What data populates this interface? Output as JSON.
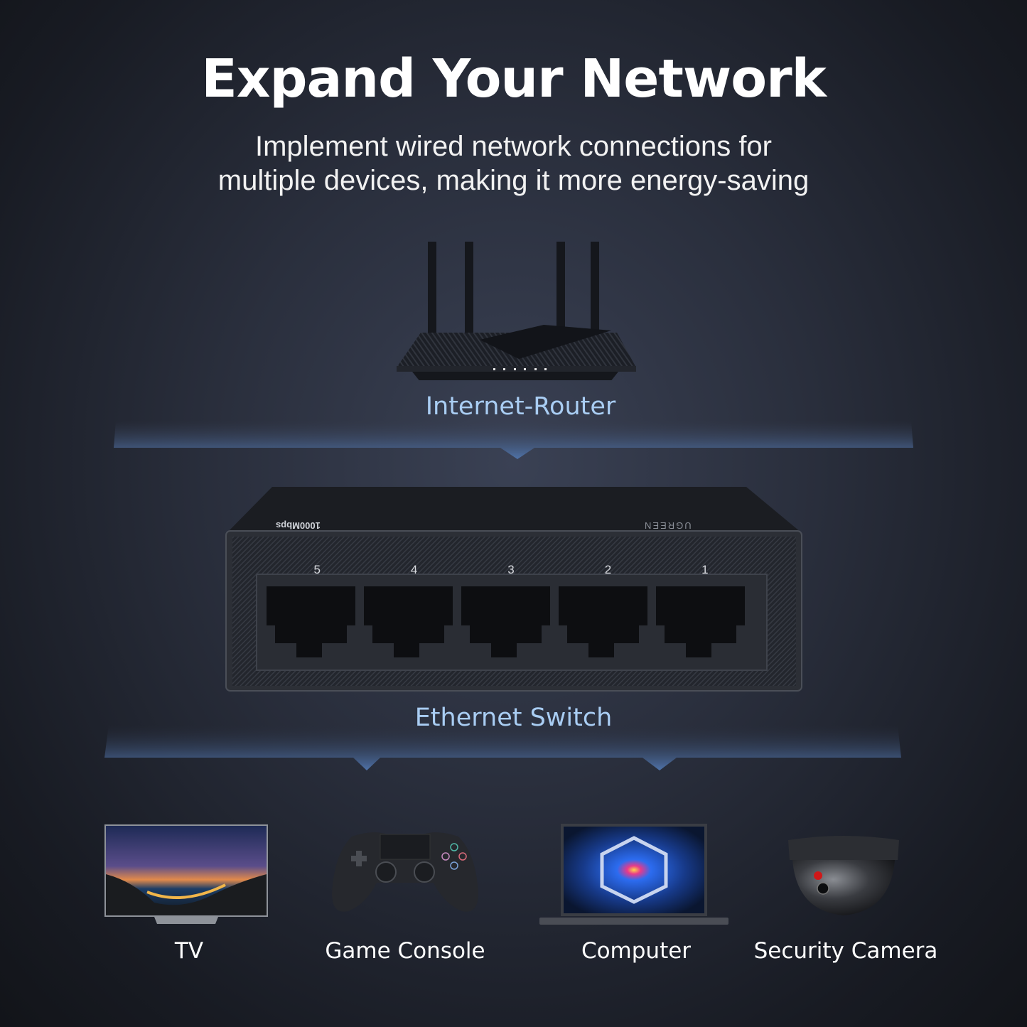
{
  "header": {
    "title": "Expand Your Network",
    "subtitle_line1": "Implement wired network connections for",
    "subtitle_line2": "multiple devices, making it more energy-saving"
  },
  "router": {
    "label": "Internet-Router",
    "icon": "wifi-router-icon"
  },
  "switch": {
    "label": "Ethernet Switch",
    "speed_marking": "1000Mbps",
    "brand_marking": "UGREEN",
    "ports": [
      "5",
      "4",
      "3",
      "2",
      "1"
    ],
    "icon": "ethernet-switch-icon"
  },
  "devices": [
    {
      "label": "TV",
      "icon": "tv-icon"
    },
    {
      "label": "Game Console",
      "icon": "gamepad-icon"
    },
    {
      "label": "Computer",
      "icon": "laptop-icon"
    },
    {
      "label": "Security Camera",
      "icon": "dome-camera-icon"
    }
  ],
  "colors": {
    "accent_label": "#a9cdf3",
    "band_blue": "#4a6ea5",
    "background": "#2a2f3d"
  }
}
